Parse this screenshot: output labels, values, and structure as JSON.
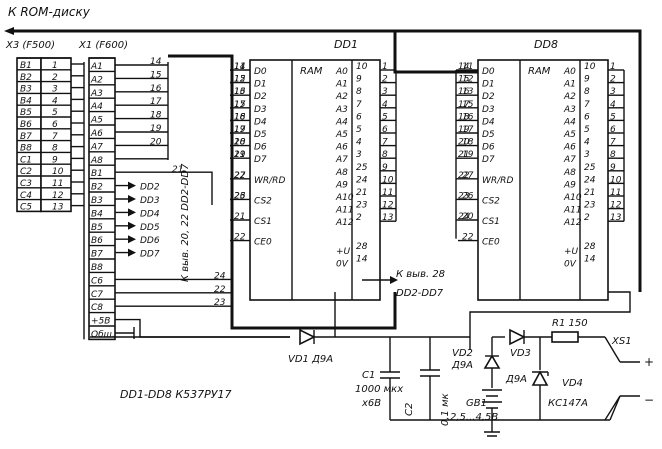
{
  "top_label": "К ROM-диску",
  "x3": {
    "title": "X3 (F500)",
    "pins": [
      "B1",
      "B2",
      "B3",
      "B4",
      "B5",
      "B6",
      "B7",
      "B8",
      "C1",
      "C2",
      "C3",
      "C4",
      "C5"
    ],
    "nums": [
      "1",
      "2",
      "3",
      "4",
      "5",
      "6",
      "7",
      "8",
      "9",
      "10",
      "11",
      "12",
      "13"
    ]
  },
  "x1": {
    "title": "X1 (F600)",
    "pins": [
      "A1",
      "A2",
      "A3",
      "A4",
      "A5",
      "A6",
      "A7",
      "A8",
      "B1",
      "B2",
      "B3",
      "B4",
      "B5",
      "B6",
      "B7",
      "B8",
      "C6",
      "C7",
      "C8",
      "+5B",
      "Обш."
    ]
  },
  "x1_wires": [
    "14",
    "15",
    "16",
    "17",
    "18",
    "19",
    "20",
    "21"
  ],
  "dd_wires": [
    "DD2",
    "DD3",
    "DD4",
    "DD5",
    "DD6",
    "DD7"
  ],
  "dd_note": "К выв. 20, 22 DD2-DD7",
  "bottom_wires": [
    "24",
    "22",
    "23"
  ],
  "dd1": {
    "title": "DD1",
    "type": "RAM",
    "left_pins": [
      "D0",
      "D1",
      "D2",
      "D3",
      "D4",
      "D5",
      "D6",
      "D7",
      "WR/RD",
      "CS2",
      "CS1",
      "CE0"
    ],
    "left_inner": [
      "11",
      "12",
      "13",
      "15",
      "16",
      "17",
      "18",
      "19",
      "27",
      "26",
      "21",
      "22"
    ],
    "left_outer": [
      "14",
      "15",
      "16",
      "17",
      "18",
      "19",
      "20",
      "21",
      "22",
      "23"
    ],
    "right_pins": [
      "A0",
      "A1",
      "A2",
      "A3",
      "A4",
      "A5",
      "A6",
      "A7",
      "A8",
      "A9",
      "A10",
      "A11",
      "A12",
      "+U",
      "0V"
    ],
    "right_inner": [
      "10",
      "9",
      "8",
      "7",
      "6",
      "5",
      "4",
      "3",
      "25",
      "24",
      "21",
      "23",
      "2",
      "28",
      "14"
    ],
    "right_outer": [
      "1",
      "2",
      "3",
      "4",
      "5",
      "6",
      "7",
      "8",
      "9",
      "10",
      "11",
      "12",
      "13"
    ]
  },
  "dd8": {
    "title": "DD8",
    "type": "RAM",
    "left_pins": [
      "D0",
      "D1",
      "D2",
      "D3",
      "D4",
      "D5",
      "D6",
      "D7",
      "WR/RD",
      "CS2",
      "CS1",
      "CE0"
    ],
    "left_inner": [
      "11",
      "12",
      "13",
      "15",
      "16",
      "17",
      "18",
      "19",
      "27",
      "26",
      "20",
      "22"
    ],
    "left_outer": [
      "14",
      "15",
      "16",
      "17",
      "18",
      "19",
      "20",
      "21",
      "22",
      "23",
      "24"
    ],
    "right_pins": [
      "A0",
      "A1",
      "A2",
      "A3",
      "A4",
      "A5",
      "A6",
      "A7",
      "A8",
      "A9",
      "A10",
      "A11",
      "A12",
      "+U",
      "0V"
    ],
    "right_inner": [
      "10",
      "9",
      "8",
      "7",
      "6",
      "5",
      "4",
      "3",
      "25",
      "24",
      "21",
      "23",
      "2",
      "28",
      "14"
    ],
    "right_outer": [
      "1",
      "2",
      "3",
      "4",
      "5",
      "6",
      "7",
      "8",
      "9",
      "10",
      "11",
      "12",
      "13"
    ]
  },
  "pin28_note": "К выв. 28",
  "pin28_note2": "DD2-DD7",
  "components": {
    "vd1": "VD1 Д9А",
    "c1": [
      "C1",
      "1000 мкх",
      "х6В"
    ],
    "c2": [
      "C2",
      "0,1 мк"
    ],
    "gb1": [
      "GB1",
      "2,5...4,5В"
    ],
    "vd2": [
      "VD2",
      "Д9А"
    ],
    "vd3": [
      "VD3",
      "Д9А"
    ],
    "r1": "R1 150",
    "vd4": [
      "VD4",
      "КС147А"
    ],
    "xs1": "XS1",
    "plus": "+",
    "minus": "−"
  },
  "caption": "DD1-DD8   К537РУ17"
}
